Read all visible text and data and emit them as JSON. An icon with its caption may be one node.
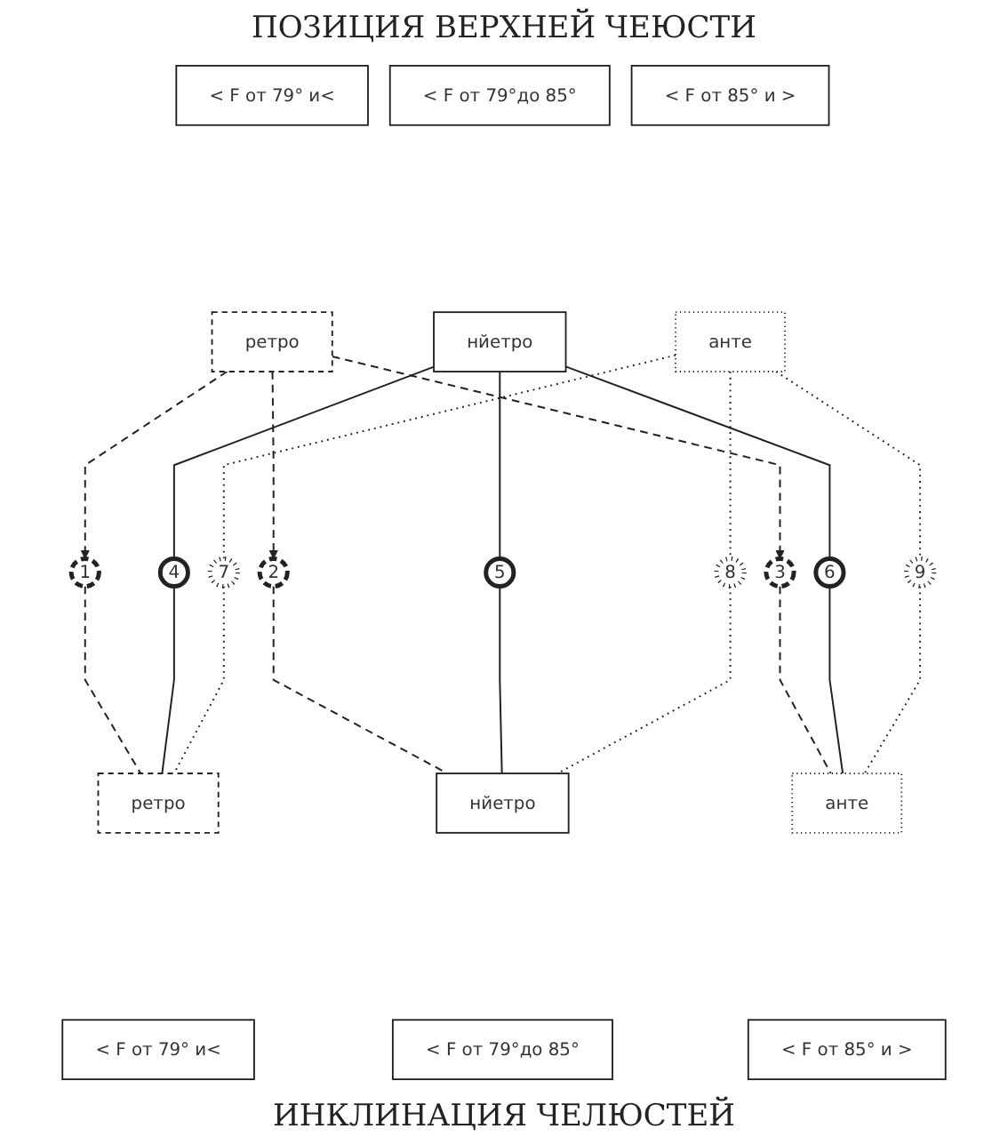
{
  "diagram": {
    "title": "ПОЗИЦИЯ ВЕРХНЕЙ ЧЕЮСТИ",
    "caption": "ИНКЛИНАЦИЯ ЧЕЛЮСТЕЙ",
    "nodes": [
      {
        "text": [
          "< F от 79° и<"
        ]
      },
      {
        "text": [
          "< F от 79°до 85°"
        ]
      },
      {
        "text": [
          "< F от 85° и >"
        ]
      },
      {
        "text": [
          "ретро"
        ]
      },
      {
        "text": [
          "нйетро"
        ]
      },
      {
        "text": [
          "анте"
        ]
      },
      {
        "text": [
          "1"
        ]
      },
      {
        "text": [
          "2"
        ]
      },
      {
        "text": [
          "3"
        ]
      },
      {
        "text": [
          "4"
        ]
      },
      {
        "text": [
          "5"
        ]
      },
      {
        "text": [
          "6"
        ]
      },
      {
        "text": [
          "7"
        ]
      },
      {
        "text": [
          "8"
        ]
      },
      {
        "text": [
          "9"
        ]
      },
      {
        "text": [
          "ретро"
        ]
      },
      {
        "text": [
          "нйетро"
        ]
      },
      {
        "text": [
          "анте"
        ]
      },
      {
        "text": [
          "< F от 79° и<"
        ]
      },
      {
        "text": [
          "< F от 79°до 85°"
        ]
      },
      {
        "text": [
          "< F от 85° и >"
        ]
      }
    ],
    "edges": [
      {
        "from": 3,
        "to": 6,
        "arrow": "to",
        "style": "dashed"
      },
      {
        "from": 6,
        "to": 15,
        "arrow": "none",
        "style": "dashed"
      },
      {
        "from": 3,
        "to": 7,
        "arrow": "to",
        "style": "dashed"
      },
      {
        "from": 7,
        "to": 16,
        "arrow": "none",
        "style": "dashed"
      },
      {
        "from": 3,
        "to": 8,
        "arrow": "to",
        "style": "dashed"
      },
      {
        "from": 8,
        "to": 17,
        "arrow": "none",
        "style": "dashed"
      },
      {
        "from": 4,
        "to": 9,
        "arrow": "none"
      },
      {
        "from": 9,
        "to": 15,
        "arrow": "none"
      },
      {
        "from": 4,
        "to": 10,
        "arrow": "none"
      },
      {
        "from": 10,
        "to": 16,
        "arrow": "none"
      },
      {
        "from": 4,
        "to": 11,
        "arrow": "none"
      },
      {
        "from": 11,
        "to": 17,
        "arrow": "none"
      },
      {
        "from": 5,
        "to": 12,
        "arrow": "none",
        "style": "dashed"
      },
      {
        "from": 12,
        "to": 15,
        "arrow": "none",
        "style": "dashed"
      },
      {
        "from": 5,
        "to": 13,
        "arrow": "none",
        "style": "dashed"
      },
      {
        "from": 13,
        "to": 16,
        "arrow": "none",
        "style": "dashed"
      },
      {
        "from": 5,
        "to": 14,
        "arrow": "none",
        "style": "dashed"
      },
      {
        "from": 14,
        "to": 17,
        "arrow": "none",
        "style": "dashed"
      }
    ]
  }
}
